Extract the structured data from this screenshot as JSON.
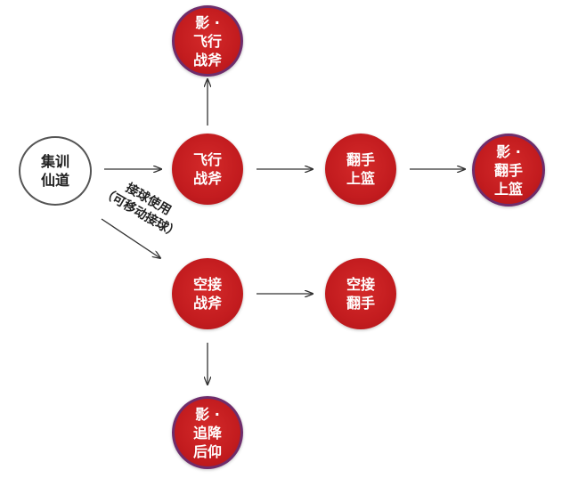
{
  "nodes": {
    "start": {
      "lines": [
        "集训",
        "仙道"
      ]
    },
    "fly_axe": {
      "lines": [
        "飞行",
        "战斧"
      ]
    },
    "shadow_fly_axe": {
      "lines": [
        "影 ·",
        "飞行",
        "战斧"
      ]
    },
    "flip_layup": {
      "lines": [
        "翻手",
        "上篮"
      ]
    },
    "shadow_flip_layup": {
      "lines": [
        "影 ·",
        "翻手",
        "上篮"
      ]
    },
    "alley_axe": {
      "lines": [
        "空接",
        "战斧"
      ]
    },
    "alley_flip": {
      "lines": [
        "空接",
        "翻手"
      ]
    },
    "shadow_fade": {
      "lines": [
        "影 ·",
        "追降",
        "后仰"
      ]
    }
  },
  "edge_label": {
    "lines": [
      "接球使用",
      "（可移动接球）"
    ]
  },
  "colors": {
    "node_red": "#c31c1f",
    "ring_purple": "#6e2d6c",
    "arrow": "#333333",
    "start_border": "#555555"
  }
}
